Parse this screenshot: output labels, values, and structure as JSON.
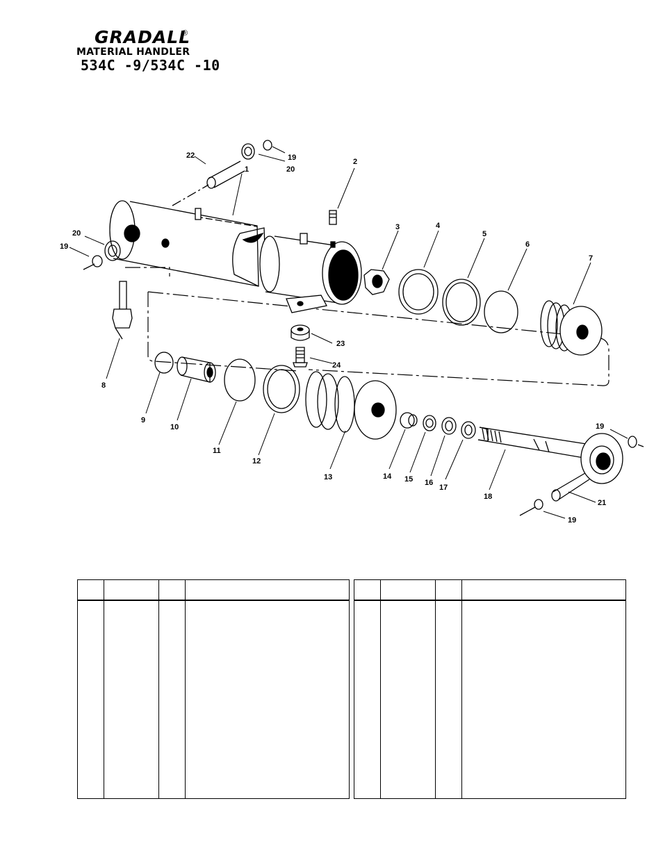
{
  "header": {
    "brand": "GRADALL",
    "registered": "®",
    "product": "MATERIAL HANDLER",
    "model": "534C -9/534C -10"
  },
  "callouts": [
    "1",
    "2",
    "3",
    "4",
    "5",
    "6",
    "7",
    "8",
    "9",
    "10",
    "11",
    "12",
    "13",
    "14",
    "15",
    "16",
    "17",
    "18",
    "19",
    "19",
    "19",
    "19",
    "20",
    "20",
    "21",
    "22",
    "23",
    "24"
  ]
}
